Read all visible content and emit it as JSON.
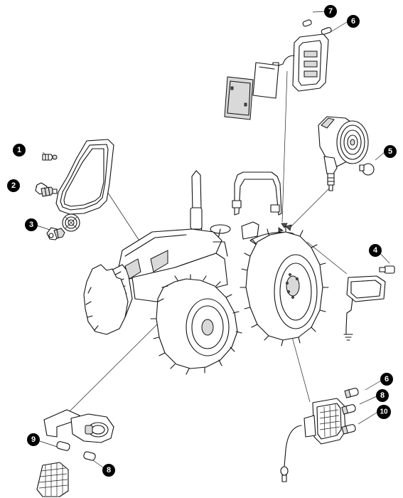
{
  "diagram": {
    "callouts": [
      {
        "id": "c-7-top",
        "label": "7"
      },
      {
        "id": "c-6-top",
        "label": "6"
      },
      {
        "id": "c-1",
        "label": "1"
      },
      {
        "id": "c-5",
        "label": "5"
      },
      {
        "id": "c-2",
        "label": "2"
      },
      {
        "id": "c-3",
        "label": "3"
      },
      {
        "id": "c-4",
        "label": "4"
      },
      {
        "id": "c-6-bottom",
        "label": "6"
      },
      {
        "id": "c-8-right",
        "label": "8"
      },
      {
        "id": "c-10",
        "label": "10"
      },
      {
        "id": "c-9",
        "label": "9"
      },
      {
        "id": "c-8-left",
        "label": "8"
      }
    ]
  }
}
